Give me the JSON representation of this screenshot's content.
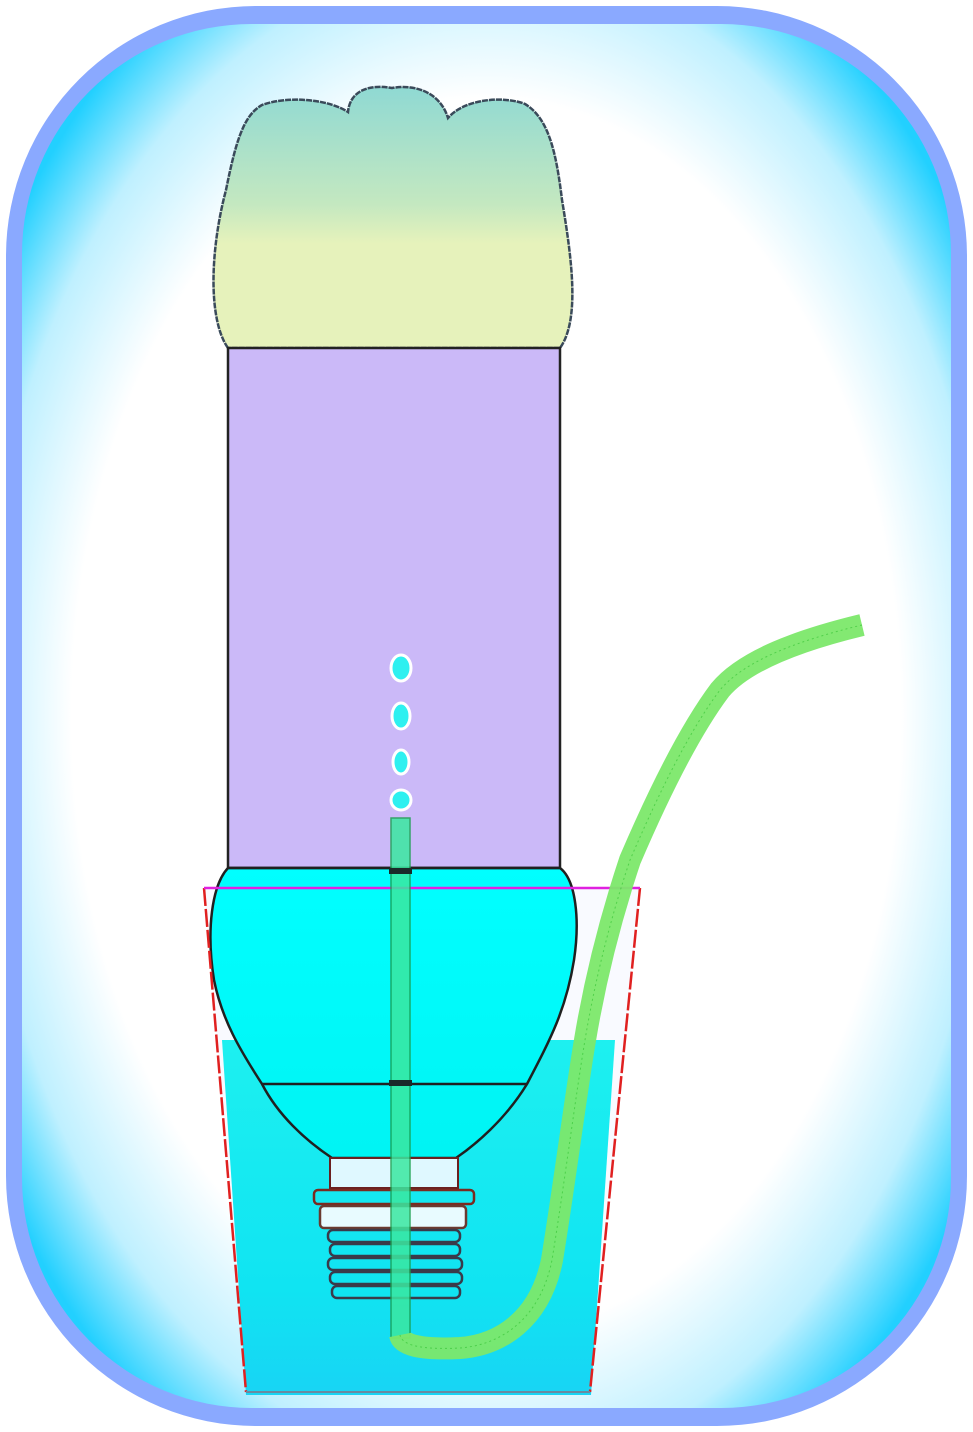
{
  "diagram": {
    "components": [
      "rounded-frame",
      "bottle-cap",
      "bottle-body",
      "water-cup",
      "bottle-funnel",
      "bottle-neck-thread",
      "center-tube",
      "side-hose",
      "water-drops"
    ],
    "drop_count": 4,
    "colors": {
      "frame_border": "#8aa9ff",
      "frame_glow": "#22d0ff",
      "cap_top": "#8fd9d3",
      "cap_bottom": "#e6f2bb",
      "bottle_body": "#cbb9f8",
      "water": "#00f2f2",
      "water_deep": "#18d8f0",
      "tube": "#7ce86a",
      "hose": "#7ce86a",
      "drop": "#2ef0f0",
      "cup_edge_red": "#e02020",
      "cup_rim_magenta": "#e020e0"
    }
  }
}
